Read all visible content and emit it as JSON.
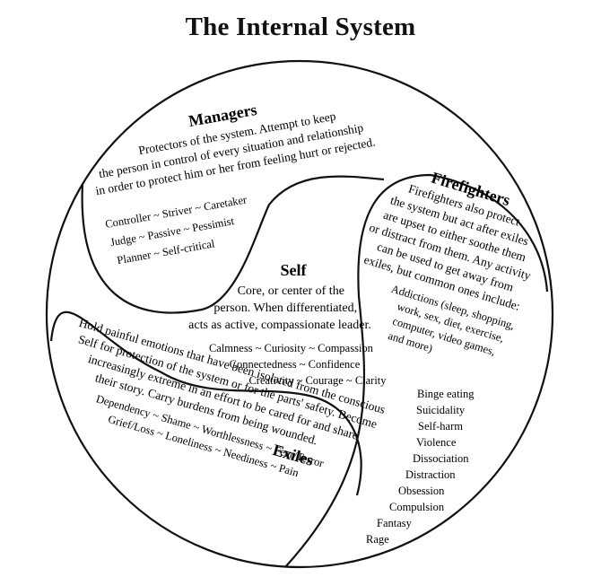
{
  "title": "The Internal System",
  "managers": {
    "heading": "Managers",
    "desc": [
      "Protectors of the system. Attempt to keep",
      "the person in control of every situation and relationship",
      "in order to protect him or her from feeling hurt or rejected."
    ],
    "traits": [
      "Controller ~ Striver ~ Caretaker",
      "Judge ~ Passive ~ Pessimist",
      "Planner ~ Self-critical"
    ]
  },
  "firefighters": {
    "heading": "Firefighters",
    "desc": [
      "Firefighters also protect",
      "the system but act after exiles",
      "are upset to either soothe them",
      "or distract from them. Any activity",
      "can be used to get away from",
      "exiles, but common ones include:"
    ],
    "activities": [
      "Addictions (sleep, shopping,",
      "work, sex, diet, exercise,",
      "computer, video games,",
      "and more)",
      "Binge eating",
      "Suicidality",
      "Self-harm",
      "Violence",
      "Dissociation",
      "Distraction",
      "Obsession",
      "Compulsion",
      "Fantasy",
      "Rage"
    ]
  },
  "self": {
    "heading": "Self",
    "desc": [
      "Core, or center of the",
      "person. When differentiated,",
      "acts as active, compassionate leader."
    ],
    "qualities": [
      "Calmness ~ Curiosity ~ Compassion",
      "Connectedness ~ Confidence",
      "Creativity ~ Courage ~ Clarity"
    ]
  },
  "exiles": {
    "heading": "Exiles",
    "desc": [
      "Hold painful emotions that have been isolated from the conscious",
      "Self for protection of the system or for the parts' safety. Become",
      "increasingly extreme in an effort to be cared for and share",
      "their story. Carry burdens from being wounded."
    ],
    "feelings": [
      "Dependency ~ Shame ~ Worthlessness ~ Fear/Terror",
      "Grief/Loss ~ Loneliness ~ Neediness ~ Pain"
    ]
  }
}
